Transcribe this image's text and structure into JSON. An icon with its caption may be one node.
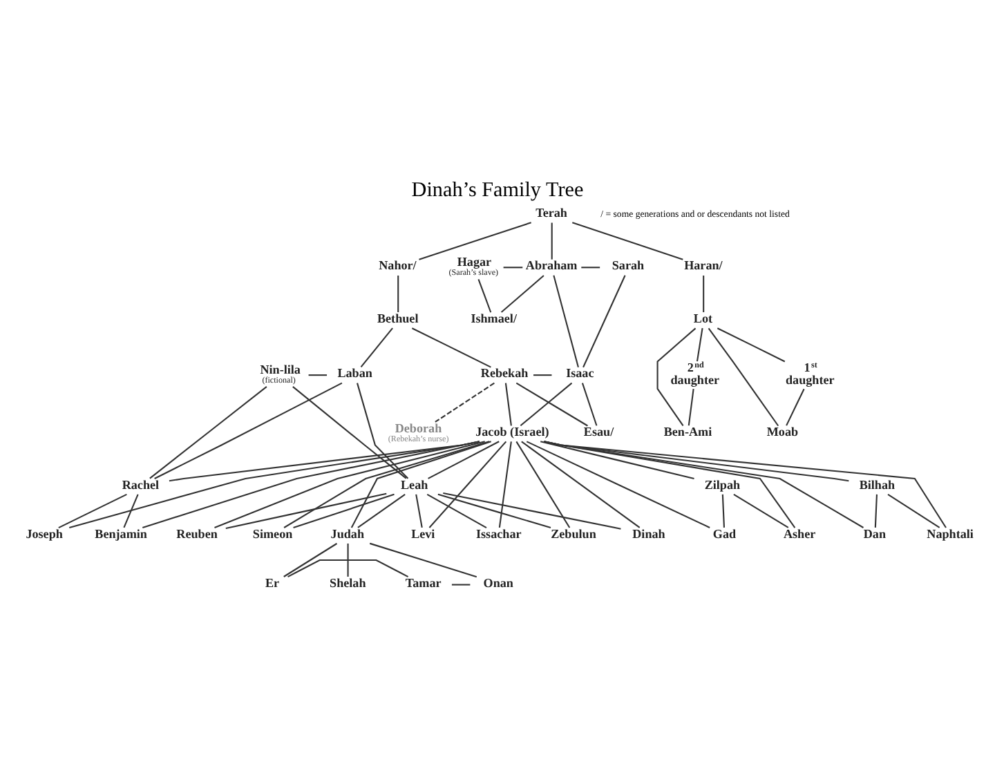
{
  "diagram": {
    "title": "Dinah’s Family Tree",
    "nodes": [
      {
        "text": [
          "Terah"
        ]
      },
      {
        "text": [
          "Nahor/"
        ]
      },
      {
        "text": [
          "Hagar",
          "(Sarah’s slave)"
        ]
      },
      {
        "text": [
          "Abraham"
        ]
      },
      {
        "text": [
          "Sarah"
        ]
      },
      {
        "text": [
          "Haran/"
        ]
      },
      {
        "text": [
          "Bethuel"
        ]
      },
      {
        "text": [
          "Ishmael/"
        ]
      },
      {
        "text": [
          "Lot"
        ]
      },
      {
        "text": [
          "Nin-lila",
          "(fictional)"
        ]
      },
      {
        "text": [
          "Laban"
        ]
      },
      {
        "text": [
          "Rebekah"
        ]
      },
      {
        "text": [
          "Isaac"
        ]
      },
      {
        "text": [
          "1$^{st}$ daughter"
        ]
      },
      {
        "text": [
          "2$^{nd}$ daughter"
        ]
      },
      {
        "text": [
          "Deborah",
          "(Rebekah’s nurse)"
        ]
      },
      {
        "text": [
          "Esau/"
        ]
      },
      {
        "text": [
          "Jacob (Israel)"
        ]
      },
      {
        "text": [
          "Moab"
        ]
      },
      {
        "text": [
          "Ben-Ami"
        ]
      },
      {
        "text": [
          "Rachel"
        ]
      },
      {
        "text": [
          "Leah"
        ]
      },
      {
        "text": [
          "Zilpah"
        ]
      },
      {
        "text": [
          "Bilhah"
        ]
      },
      {
        "text": [
          "Joseph"
        ]
      },
      {
        "text": [
          "Benjamin"
        ]
      },
      {
        "text": [
          "Reuben"
        ]
      },
      {
        "text": [
          "Simeon"
        ]
      },
      {
        "text": [
          "Judah"
        ]
      },
      {
        "text": [
          "Levi"
        ]
      },
      {
        "text": [
          "Issachar"
        ]
      },
      {
        "text": [
          "Zebulun"
        ]
      },
      {
        "text": [
          "Dinah"
        ]
      },
      {
        "text": [
          "Gad"
        ]
      },
      {
        "text": [
          "Asher"
        ]
      },
      {
        "text": [
          "Dan"
        ]
      },
      {
        "text": [
          "Naphtali"
        ]
      },
      {
        "text": [
          "Er"
        ]
      },
      {
        "text": [
          "Tamar"
        ]
      },
      {
        "text": [
          "Onan"
        ]
      },
      {
        "text": [
          "Shelah"
        ]
      }
    ],
    "edges": [
      {
        "from": 0,
        "to": 1,
        "arrow": "none"
      },
      {
        "from": 0,
        "to": 3,
        "arrow": "none"
      },
      {
        "from": 0,
        "to": 5,
        "arrow": "none"
      },
      {
        "from": 2,
        "to": 3,
        "arrow": "none"
      },
      {
        "from": 3,
        "to": 4,
        "arrow": "none"
      },
      {
        "from": 2,
        "to": 7,
        "arrow": "none"
      },
      {
        "from": 3,
        "to": 7,
        "arrow": "none"
      },
      {
        "from": 3,
        "to": 12,
        "arrow": "none"
      },
      {
        "from": 4,
        "to": 12,
        "arrow": "none"
      },
      {
        "from": 1,
        "to": 6,
        "arrow": "none"
      },
      {
        "from": 5,
        "to": 8,
        "arrow": "none"
      },
      {
        "from": 6,
        "to": 10,
        "arrow": "none"
      },
      {
        "from": 6,
        "to": 11,
        "arrow": "none"
      },
      {
        "from": 8,
        "to": 13,
        "arrow": "none"
      },
      {
        "from": 8,
        "to": 14,
        "arrow": "none"
      },
      {
        "from": 9,
        "to": 10,
        "arrow": "none"
      },
      {
        "from": 11,
        "to": 12,
        "arrow": "none"
      },
      {
        "from": 11,
        "to": 15,
        "arrow": "none",
        "style": "dashed"
      },
      {
        "from": 9,
        "to": 20,
        "arrow": "none"
      },
      {
        "from": 10,
        "to": 20,
        "arrow": "none"
      },
      {
        "from": 9,
        "to": 21,
        "arrow": "none"
      },
      {
        "from": 10,
        "to": 21,
        "arrow": "none"
      },
      {
        "from": 11,
        "to": 16,
        "arrow": "none"
      },
      {
        "from": 12,
        "to": 16,
        "arrow": "none"
      },
      {
        "from": 11,
        "to": 17,
        "arrow": "none"
      },
      {
        "from": 12,
        "to": 17,
        "arrow": "none"
      },
      {
        "from": 8,
        "to": 18,
        "arrow": "none"
      },
      {
        "from": 13,
        "to": 18,
        "arrow": "none"
      },
      {
        "from": 8,
        "to": 19,
        "arrow": "none"
      },
      {
        "from": 14,
        "to": 19,
        "arrow": "none"
      },
      {
        "from": 17,
        "to": 20,
        "arrow": "none"
      },
      {
        "from": 17,
        "to": 21,
        "arrow": "none"
      },
      {
        "from": 17,
        "to": 22,
        "arrow": "none"
      },
      {
        "from": 17,
        "to": 23,
        "arrow": "none"
      },
      {
        "from": 17,
        "to": 24,
        "arrow": "none"
      },
      {
        "from": 20,
        "to": 24,
        "arrow": "none"
      },
      {
        "from": 17,
        "to": 25,
        "arrow": "none"
      },
      {
        "from": 20,
        "to": 25,
        "arrow": "none"
      },
      {
        "from": 17,
        "to": 26,
        "arrow": "none"
      },
      {
        "from": 21,
        "to": 26,
        "arrow": "none"
      },
      {
        "from": 17,
        "to": 27,
        "arrow": "none"
      },
      {
        "from": 21,
        "to": 27,
        "arrow": "none"
      },
      {
        "from": 17,
        "to": 28,
        "arrow": "none"
      },
      {
        "from": 21,
        "to": 28,
        "arrow": "none"
      },
      {
        "from": 17,
        "to": 29,
        "arrow": "none"
      },
      {
        "from": 21,
        "to": 29,
        "arrow": "none"
      },
      {
        "from": 17,
        "to": 30,
        "arrow": "none"
      },
      {
        "from": 21,
        "to": 30,
        "arrow": "none"
      },
      {
        "from": 17,
        "to": 31,
        "arrow": "none"
      },
      {
        "from": 21,
        "to": 31,
        "arrow": "none"
      },
      {
        "from": 17,
        "to": 32,
        "arrow": "none"
      },
      {
        "from": 21,
        "to": 32,
        "arrow": "none"
      },
      {
        "from": 17,
        "to": 33,
        "arrow": "none"
      },
      {
        "from": 22,
        "to": 33,
        "arrow": "none"
      },
      {
        "from": 17,
        "to": 34,
        "arrow": "none"
      },
      {
        "from": 22,
        "to": 34,
        "arrow": "none"
      },
      {
        "from": 17,
        "to": 35,
        "arrow": "none"
      },
      {
        "from": 23,
        "to": 35,
        "arrow": "none"
      },
      {
        "from": 17,
        "to": 36,
        "arrow": "none"
      },
      {
        "from": 23,
        "to": 36,
        "arrow": "none"
      },
      {
        "from": 28,
        "to": 37,
        "arrow": "none"
      },
      {
        "from": 28,
        "to": 39,
        "arrow": "none"
      },
      {
        "from": 28,
        "to": 40,
        "arrow": "none"
      },
      {
        "from": 37,
        "to": 38,
        "arrow": "none"
      },
      {
        "from": 38,
        "to": 39,
        "arrow": "none"
      }
    ],
    "labels": [
      "/ = some generations and or descendants not listed"
    ]
  }
}
